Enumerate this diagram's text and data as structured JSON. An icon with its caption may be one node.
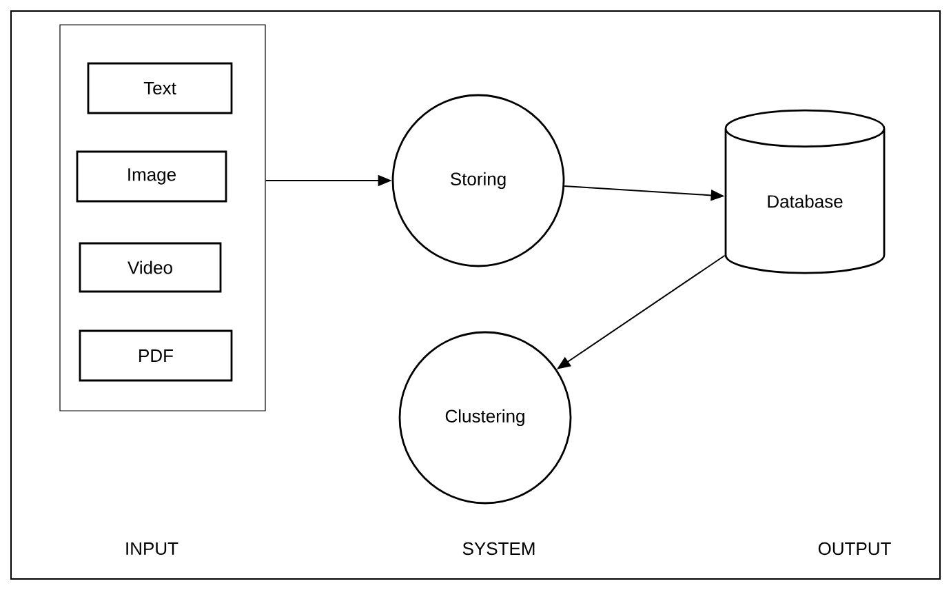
{
  "diagram": {
    "nodes": [
      {
        "text": [],
        "shape": "box"
      },
      {
        "text": [
          "Text"
        ],
        "in": 0
      },
      {
        "text": [
          "Image"
        ],
        "in": 0
      },
      {
        "text": [
          "Video"
        ],
        "in": 0
      },
      {
        "text": [
          "PDF"
        ],
        "in": 0
      },
      {
        "text": [
          "Storing"
        ]
      },
      {
        "text": [
          "Database"
        ]
      },
      {
        "text": [
          "Clustering"
        ]
      }
    ],
    "edges": [
      {
        "from": 0,
        "to": 5,
        "arrow": "to"
      },
      {
        "from": 5,
        "to": 6,
        "arrow": "to"
      },
      {
        "from": 6,
        "to": 7,
        "arrow": "to"
      }
    ],
    "labels": [
      "INPUT",
      "SYSTEM",
      "OUTPUT"
    ]
  }
}
